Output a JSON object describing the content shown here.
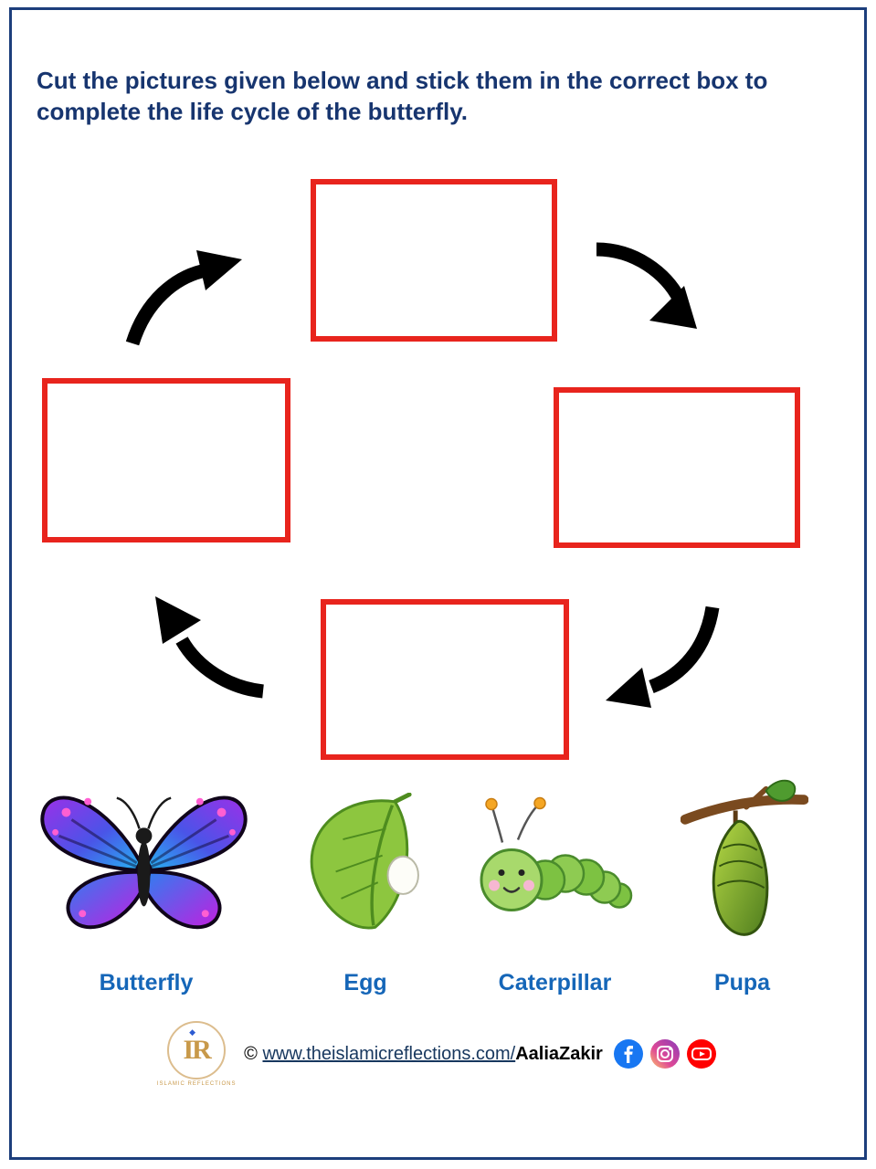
{
  "worksheet": {
    "instruction": "Cut the pictures given below and stick them in the correct box to complete the life cycle of the butterfly.",
    "cycle": {
      "box_count": 4,
      "box_positions": [
        "top",
        "right",
        "bottom",
        "left"
      ],
      "arrow_icons": [
        "curved-arrow-up-right-icon",
        "curved-arrow-down-right-icon",
        "curved-arrow-down-left-icon",
        "curved-arrow-up-left-icon"
      ]
    }
  },
  "cutouts": {
    "butterfly": {
      "label": "Butterfly",
      "icon": "butterfly-icon"
    },
    "egg": {
      "label": "Egg",
      "icon": "egg-on-leaf-icon"
    },
    "caterpillar": {
      "label": "Caterpillar",
      "icon": "caterpillar-icon"
    },
    "pupa": {
      "label": "Pupa",
      "icon": "pupa-icon"
    }
  },
  "footer": {
    "copyright_symbol": "©",
    "site_link": "www.theislamicreflections.com/",
    "author": "AaliaZakir",
    "logo_monogram": "IR",
    "logo_caption": "ISLAMIC REFLECTIONS",
    "social_icons": [
      "facebook-icon",
      "instagram-icon",
      "youtube-icon"
    ]
  },
  "colors": {
    "page_border": "#1c3e7c",
    "title_text": "#17356f",
    "box_border": "#e8241d",
    "label_text": "#1566b8",
    "arrow": "#000000",
    "facebook_blue": "#1877f2",
    "youtube_red": "#ff0000"
  }
}
